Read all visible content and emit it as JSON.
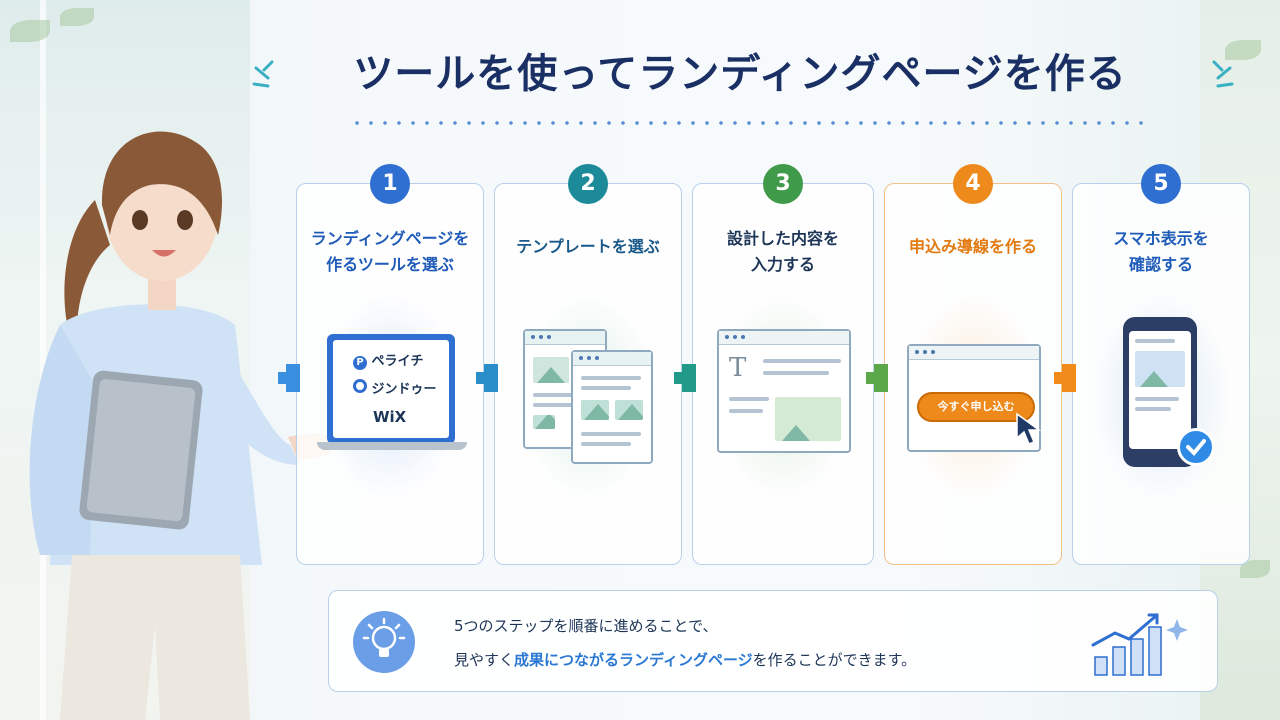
{
  "title": "ツールを使ってランディングページを作る",
  "steps": [
    {
      "number": "1",
      "label": "ランディングページを\n作るツールを選ぶ",
      "color": "#2f6fd1"
    },
    {
      "number": "2",
      "label": "テンプレートを選ぶ",
      "color": "#1c8a98"
    },
    {
      "number": "3",
      "label": "設計した内容を\n入力する",
      "color": "#3f9a4a"
    },
    {
      "number": "4",
      "label": "申込み導線を作る",
      "color": "#ee8a1c"
    },
    {
      "number": "5",
      "label": "スマホ表示を\n確認する",
      "color": "#2f6fd1"
    }
  ],
  "tools": [
    "ペライチ",
    "ジンドゥー",
    "WiX"
  ],
  "step4_button": "今すぐ申し込む",
  "message": {
    "line1": "5つのステップを順番に進めることで、",
    "line2_pre": "見やすく",
    "line2_highlight": "成果につながるランディングページ",
    "line2_post": "を作ることができます。"
  },
  "icons": [
    "lightbulb-icon",
    "growth-chart-icon",
    "checkmark-icon",
    "cursor-icon",
    "text-icon"
  ]
}
